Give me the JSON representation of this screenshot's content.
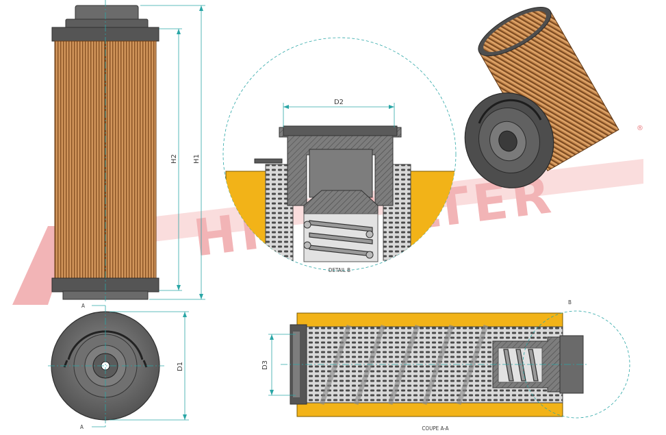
{
  "dimensions": {
    "h1": "H1",
    "h2": "H2",
    "d1": "D1",
    "d2": "D2",
    "d3": "D3"
  },
  "section_marks": {
    "a_top": "A",
    "a_bottom": "A",
    "b": "B"
  },
  "captions": {
    "detail": "DETAIL B",
    "section": "COUPE A-A"
  },
  "watermark": "HIFI FILTER",
  "colors": {
    "media": "#c98a4e",
    "media_dark": "#7a4a22",
    "end_cap": "#5a5a5a",
    "end_cap_light": "#8a8a8a",
    "section_yellow": "#f2b318",
    "dimension_line": "#2aa6a6",
    "watermark": "#e8777a"
  }
}
